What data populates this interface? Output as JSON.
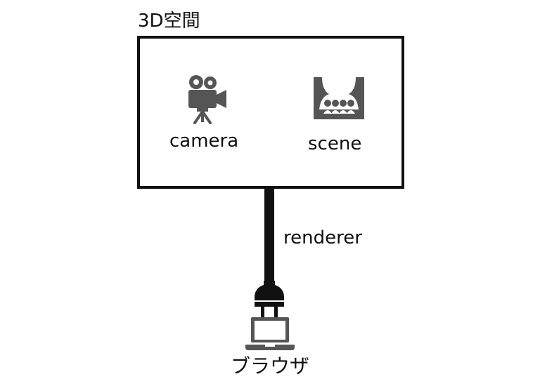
{
  "diagram": {
    "space_title": "3D空間",
    "camera_label": "camera",
    "scene_label": "scene",
    "renderer_label": "renderer",
    "browser_label": "ブラウザ"
  },
  "icons": {
    "camera": "movie-camera-icon",
    "scene": "theater-audience-icon",
    "connector": "power-plug-icon",
    "browser": "laptop-icon"
  },
  "colors": {
    "stroke": "#111111",
    "icon_fill": "#555555",
    "background": "#ffffff"
  }
}
